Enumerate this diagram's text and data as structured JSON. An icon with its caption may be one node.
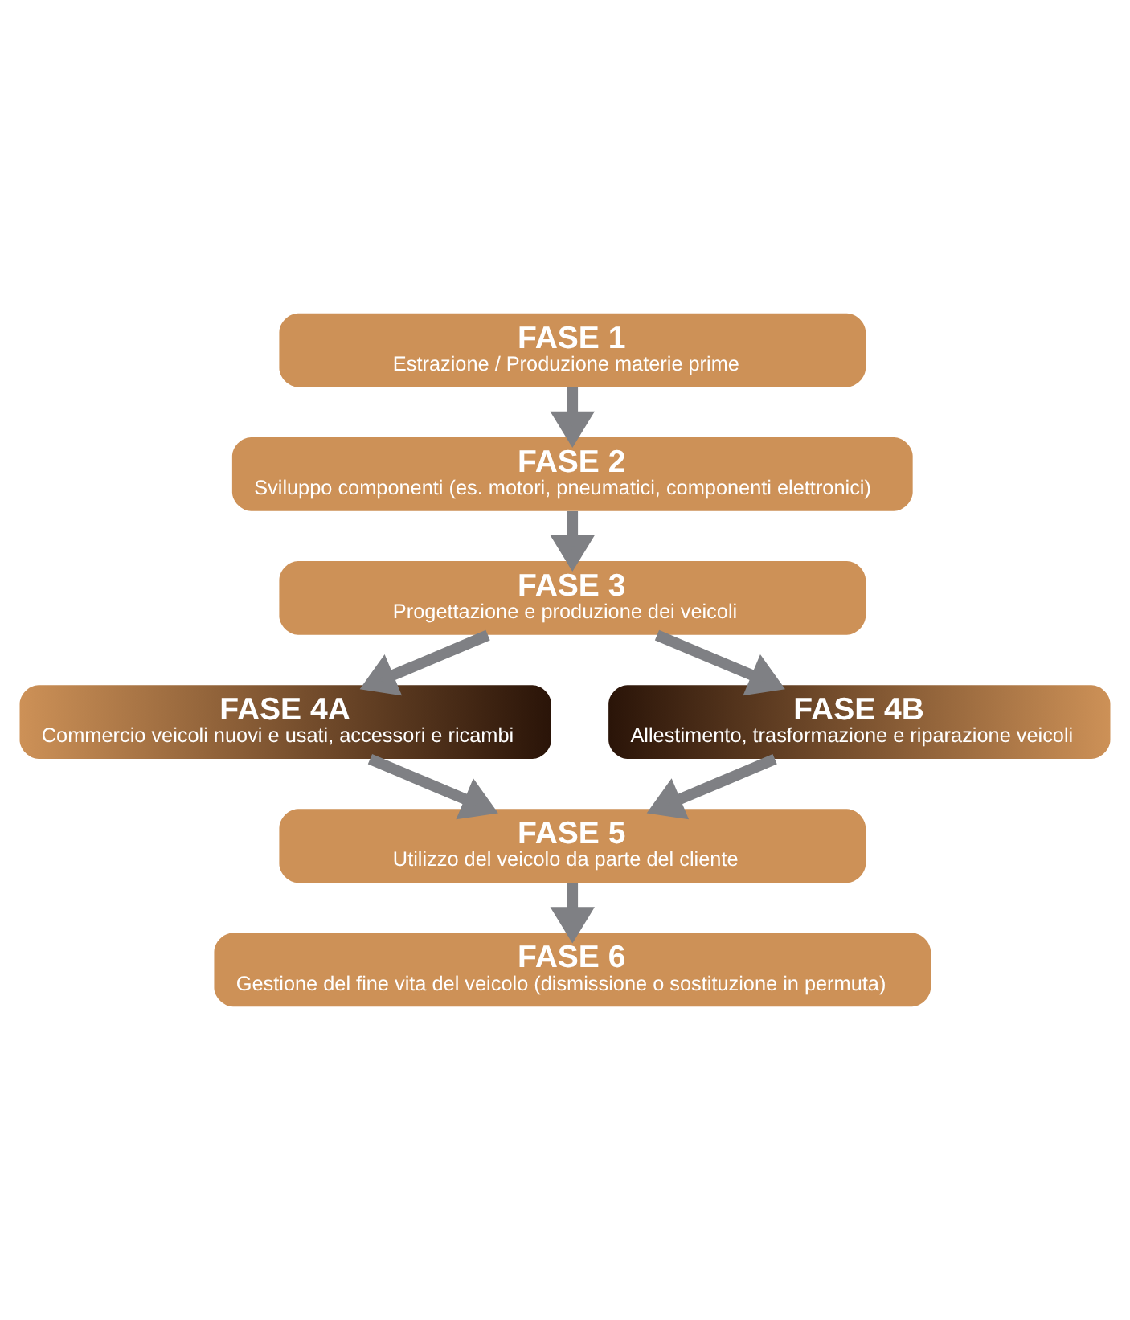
{
  "diagram": {
    "nodes": [
      {
        "text": [
          "FASE 1",
          "Estrazione / Produzione materie prime"
        ]
      },
      {
        "text": [
          "FASE 2",
          "Sviluppo componenti (es. motori, pneumatici, componenti elettronici)"
        ]
      },
      {
        "text": [
          "FASE 3",
          "Progettazione e produzione dei veicoli"
        ]
      },
      {
        "text": [
          "FASE 4A",
          "Commercio veicoli nuovi e usati, accessori e ricambi"
        ]
      },
      {
        "text": [
          "FASE 4B",
          "Allestimento, trasformazione e riparazione veicoli"
        ]
      },
      {
        "text": [
          "FASE 5",
          "Utilizzo del veicolo da parte del cliente"
        ]
      },
      {
        "text": [
          "FASE 6",
          "Gestione del fine vita del veicolo (dismissione o sostituzione in permuta)"
        ]
      }
    ],
    "edges": [
      {
        "from": 0,
        "to": 1,
        "arrow": "to"
      },
      {
        "from": 1,
        "to": 2,
        "arrow": "to"
      },
      {
        "from": 2,
        "to": 3,
        "arrow": "to"
      },
      {
        "from": 2,
        "to": 4,
        "arrow": "to"
      },
      {
        "from": 3,
        "to": 5,
        "arrow": "to"
      },
      {
        "from": 4,
        "to": 5,
        "arrow": "to"
      },
      {
        "from": 5,
        "to": 6,
        "arrow": "to"
      }
    ]
  }
}
